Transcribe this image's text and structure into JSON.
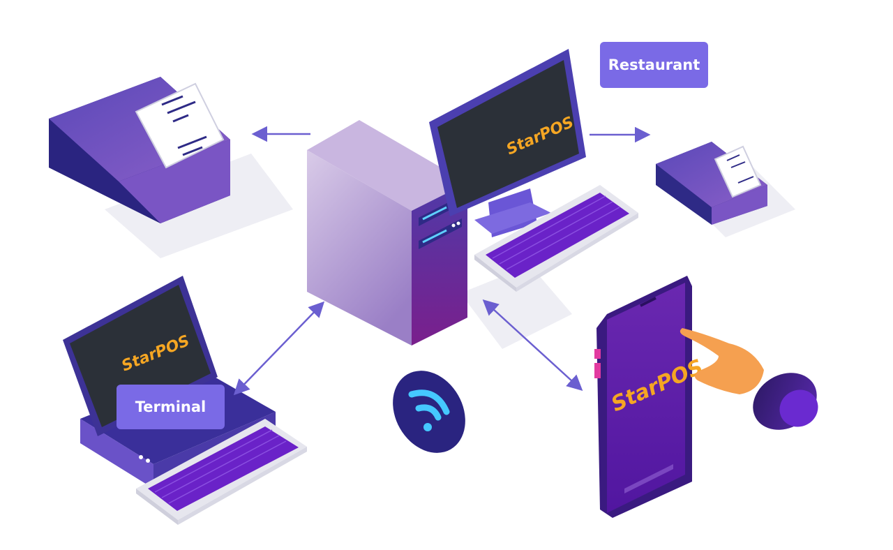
{
  "labels": {
    "restaurant": "Restaurant",
    "terminal": "Terminal"
  },
  "brand": {
    "logo_text": "StarPOS"
  },
  "colors": {
    "accent": "#7a6ae6",
    "logo": "#f5a623",
    "screen": "#2b3038",
    "device_dark": "#2e2a86",
    "device_mid": "#5a3fb0",
    "phone": "#5a1aa0",
    "keys": "#6a22c8",
    "arrow": "#6b5fd0"
  },
  "icons": [
    "wifi-icon",
    "arrow-icon",
    "printer-icon",
    "server-icon",
    "monitor-icon",
    "keyboard-icon",
    "laptop-icon",
    "phone-icon",
    "hand-icon"
  ]
}
